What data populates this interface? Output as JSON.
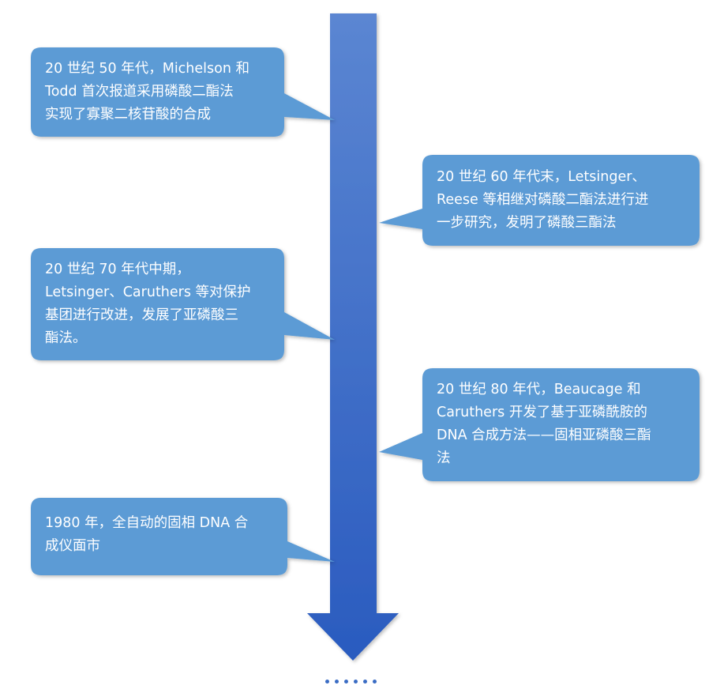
{
  "timeline": {
    "colors": {
      "arrow_top": "#5b86d2",
      "arrow_bottom": "#2a5bbf",
      "callout": "#5b9bd5",
      "text": "#ffffff",
      "dots": "#3a6cc4"
    },
    "events": [
      {
        "id": "event-1950s",
        "side": "left",
        "text": "20 世纪 50 年代，Michelson 和\nTodd 首次报道采用磷酸二酯法\n实现了寡聚二核苷酸的合成"
      },
      {
        "id": "event-1960s",
        "side": "right",
        "text": "20 世纪 60 年代末，Letsinger、\nReese 等相继对磷酸二酯法进行进\n一步研究，发明了磷酸三酯法"
      },
      {
        "id": "event-1970s",
        "side": "left",
        "text": "20 世纪 70 年代中期，\nLetsinger、Caruthers 等对保护\n基团进行改进，发展了亚磷酸三\n酯法。"
      },
      {
        "id": "event-1980s",
        "side": "right",
        "text": "20 世纪 80 年代，Beaucage 和\nCaruthers 开发了基于亚磷酰胺的\nDNA 合成方法——固相亚磷酸三酯\n法"
      },
      {
        "id": "event-1980",
        "side": "left",
        "text": "1980 年，全自动的固相 DNA 合\n成仪面市"
      }
    ]
  }
}
